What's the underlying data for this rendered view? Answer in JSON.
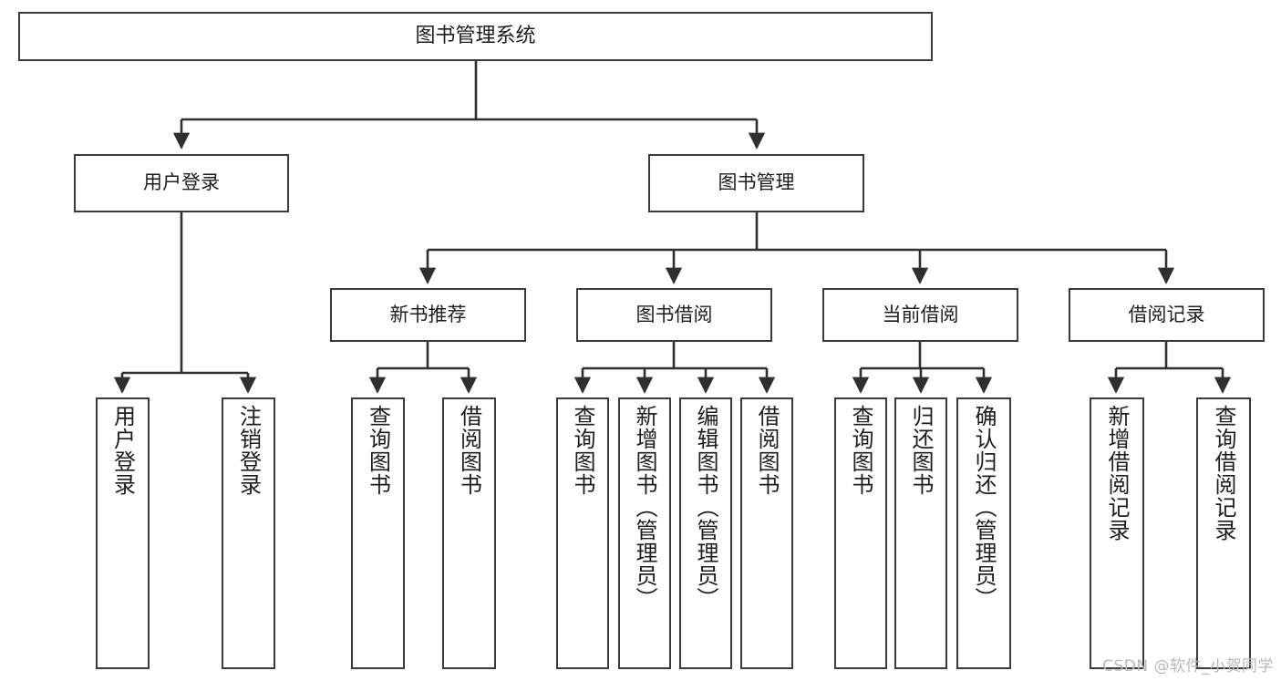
{
  "diagram": {
    "title": "图书管理系统",
    "type": "hierarchy-tree",
    "colors": {
      "box_border": "#3a3a3a",
      "box_fill": "#ffffff",
      "connector": "#2f2f2f",
      "text": "#1d1d1d",
      "watermark": "#b9b9b9"
    },
    "root": {
      "label": "图书管理系统"
    },
    "level2": [
      {
        "label": "用户登录"
      },
      {
        "label": "图书管理"
      }
    ],
    "level3": [
      {
        "label": "新书推荐"
      },
      {
        "label": "图书借阅"
      },
      {
        "label": "当前借阅"
      },
      {
        "label": "借阅记录"
      }
    ],
    "leaves": {
      "user_login": [
        {
          "label": "用户登录"
        },
        {
          "label": "注销登录"
        }
      ],
      "new_book_recommend": [
        {
          "label": "查询图书"
        },
        {
          "label": "借阅图书"
        }
      ],
      "book_borrow": [
        {
          "label": "查询图书"
        },
        {
          "label": "新增图书（管理员）"
        },
        {
          "label": "编辑图书（管理员）"
        },
        {
          "label": "借阅图书"
        }
      ],
      "current_borrow": [
        {
          "label": "查询图书"
        },
        {
          "label": "归还图书"
        },
        {
          "label": "确认归还（管理员）"
        }
      ],
      "borrow_record": [
        {
          "label": "新增借阅记录"
        },
        {
          "label": "查询借阅记录"
        }
      ]
    }
  },
  "watermark": {
    "text": "CSDN @软件_小贺同学"
  }
}
